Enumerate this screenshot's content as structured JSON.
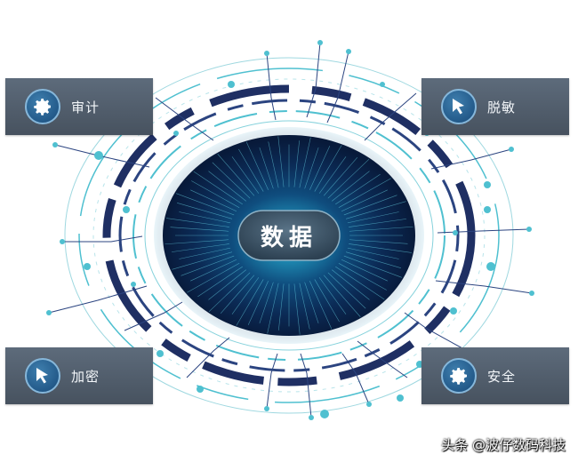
{
  "center": {
    "title": "数据"
  },
  "panels": {
    "audit": {
      "label": "审计",
      "icon": "gear-icon"
    },
    "desens": {
      "label": "脱敏",
      "icon": "cursor-arrow-icon"
    },
    "encrypt": {
      "label": "加密",
      "icon": "cursor-arrow-icon"
    },
    "security": {
      "label": "安全",
      "icon": "gear-icon"
    }
  },
  "watermark": "头条 @波仔数码科技",
  "colors": {
    "core_dark": "#0b1d3f",
    "core_glow": "#2aa6c8",
    "ring_navy": "#1f2f63",
    "ring_teal": "#4fc0d0",
    "panel": "#535f6d",
    "badge": "#2c6a9c"
  }
}
